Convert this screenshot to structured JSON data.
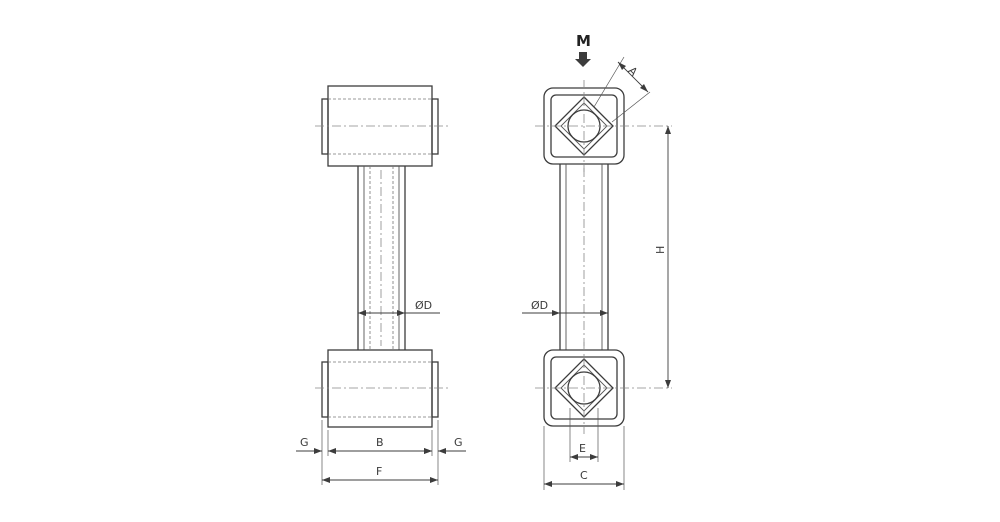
{
  "labels": {
    "load_direction": "M",
    "A": "A",
    "B": "B",
    "C": "C",
    "E": "E",
    "F": "F",
    "G_left": "G",
    "G_right": "G",
    "H": "H",
    "diameter_side": "ØD",
    "diameter_front": "ØD"
  }
}
